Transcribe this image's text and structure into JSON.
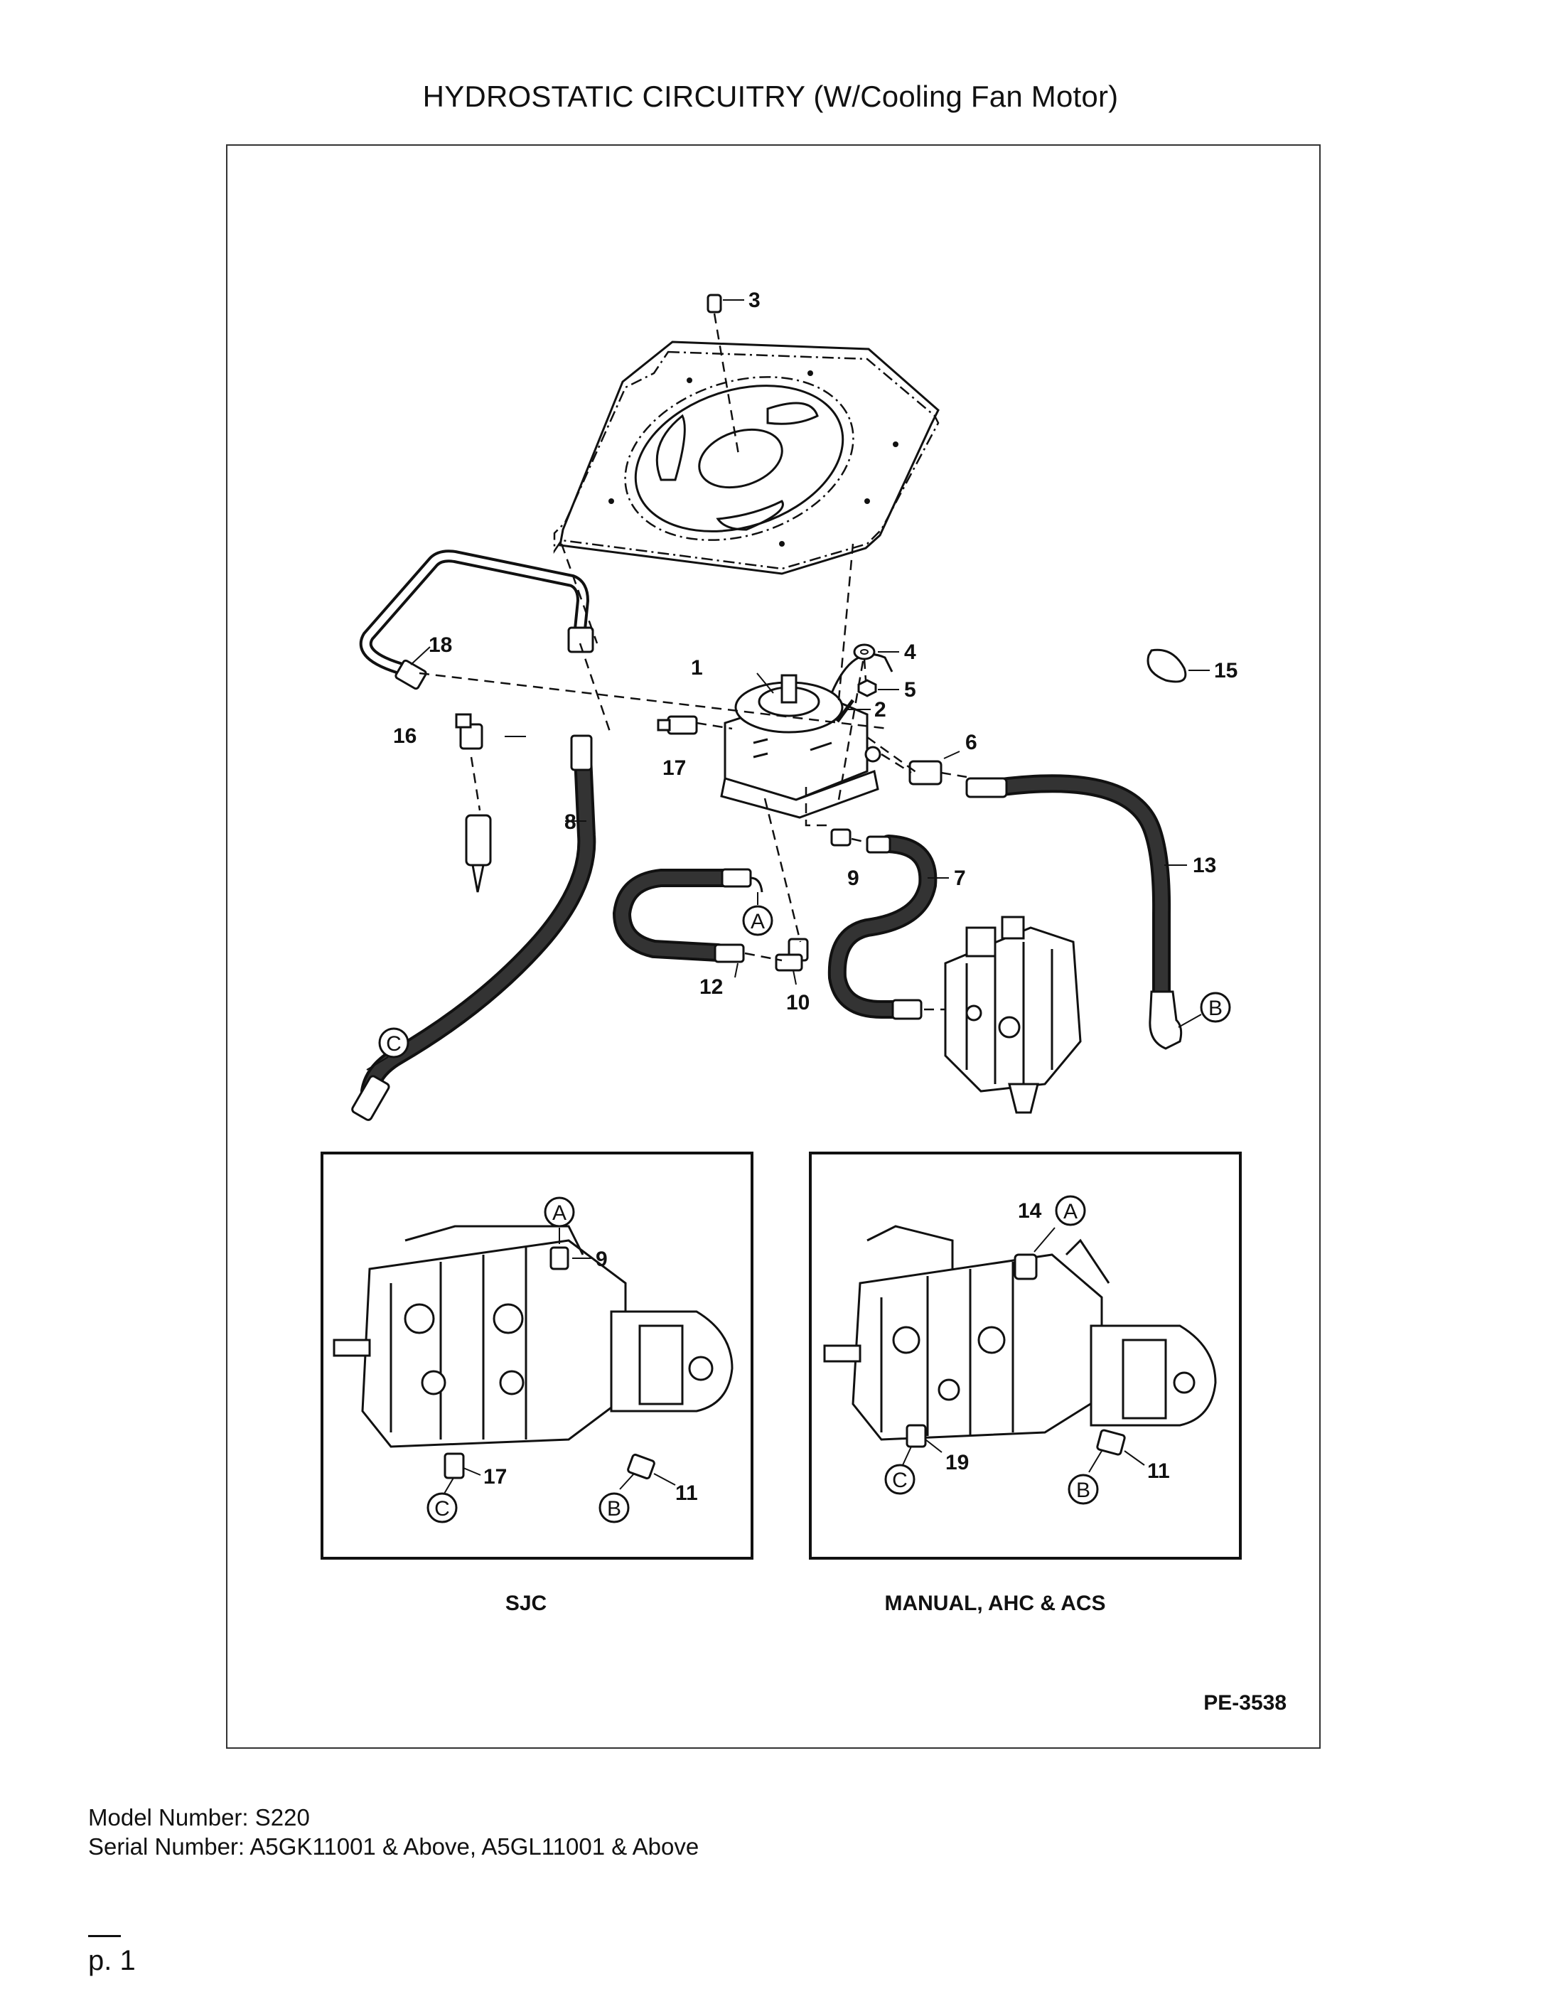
{
  "title": "HYDROSTATIC CIRCUITRY (W/Cooling Fan Motor)",
  "callouts": [
    "1",
    "2",
    "3",
    "4",
    "5",
    "6",
    "7",
    "8",
    "9",
    "10",
    "12",
    "13",
    "15",
    "16",
    "17",
    "18"
  ],
  "connection_letters": [
    "A",
    "B",
    "C"
  ],
  "insets": [
    {
      "caption": "SJC",
      "callouts": [
        "9",
        "17",
        "11"
      ],
      "letters": [
        "A",
        "C",
        "B"
      ]
    },
    {
      "caption": "MANUAL, AHC & ACS",
      "callouts": [
        "14",
        "19",
        "11"
      ],
      "letters": [
        "A",
        "C",
        "B"
      ]
    }
  ],
  "drawing_number": "PE-3538",
  "model_line": "Model Number: S220",
  "serial_line": "Serial Number: A5GK11001 & Above, A5GL11001 & Above",
  "page": "p. 1"
}
